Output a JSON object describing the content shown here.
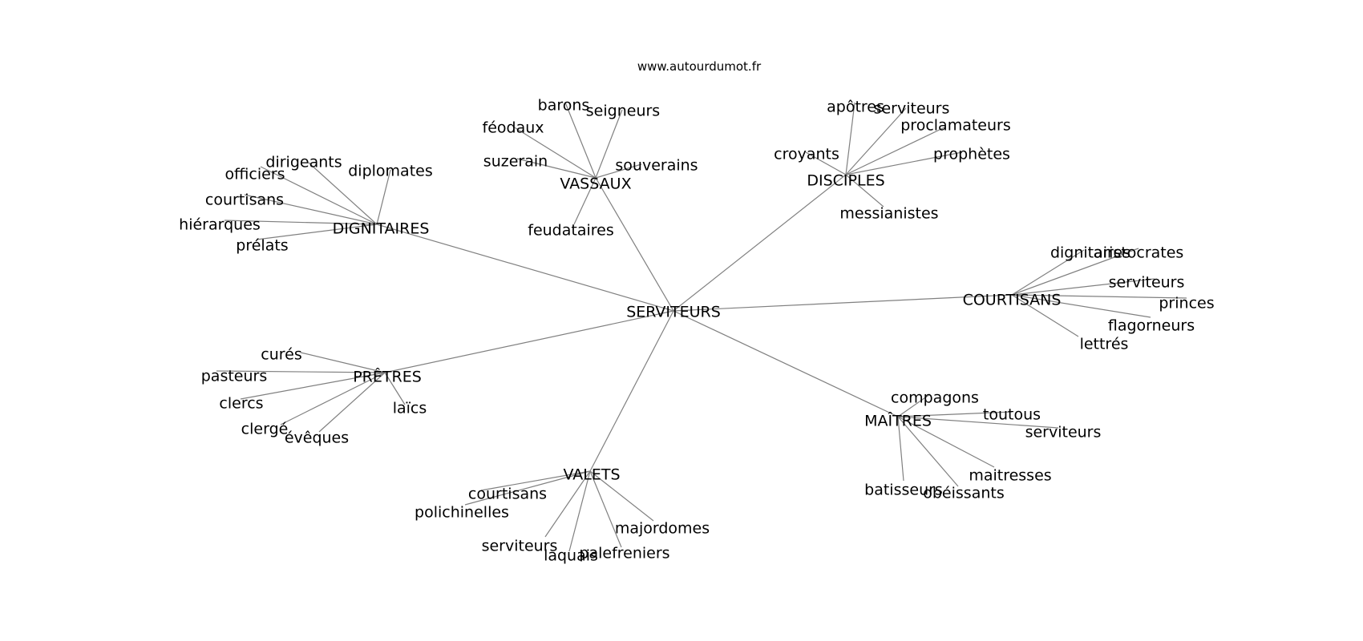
{
  "source": "www.autourdumot.fr",
  "graph": {
    "center": "SERVITEURS",
    "groups": [
      {
        "name": "DIGNITAIRES",
        "words": [
          "officiers",
          "dirigeants",
          "diplomates",
          "courtisans",
          "hiérarques",
          "prélats"
        ]
      },
      {
        "name": "VASSAUX",
        "words": [
          "barons",
          "seigneurs",
          "féodaux",
          "suzerain",
          "souverains",
          "feudataires"
        ]
      },
      {
        "name": "DISCIPLES",
        "words": [
          "apôtres",
          "serviteurs",
          "proclamateurs",
          "croyants",
          "prophètes",
          "messianistes"
        ]
      },
      {
        "name": "COURTISANS",
        "words": [
          "dignitaires",
          "aristocrates",
          "serviteurs",
          "princes",
          "flagorneurs",
          "lettrés"
        ]
      },
      {
        "name": "MAÎTRES",
        "words": [
          "compagons",
          "toutous",
          "serviteurs",
          "maitresses",
          "batisseurs",
          "obéissants"
        ]
      },
      {
        "name": "VALETS",
        "words": [
          "courtisans",
          "polichinelles",
          "serviteurs",
          "laquais",
          "palefreniers",
          "majordomes"
        ]
      },
      {
        "name": "PRÊTRES",
        "words": [
          "curés",
          "pasteurs",
          "clercs",
          "clergé",
          "évêques",
          "laïcs"
        ]
      }
    ]
  }
}
